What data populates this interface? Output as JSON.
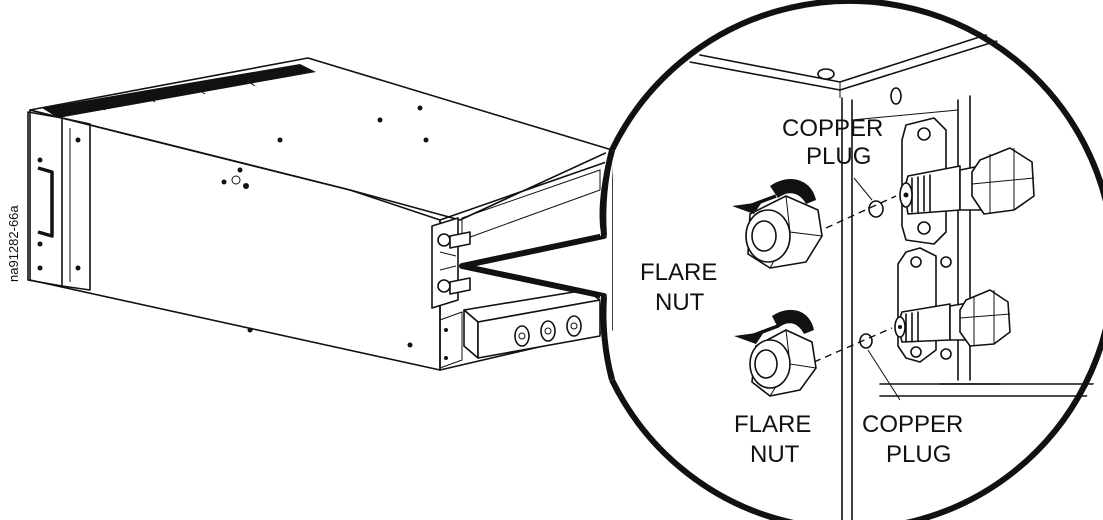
{
  "figure_id": "na91282-66a",
  "labels": {
    "copper_plug_top_line1": "COPPER",
    "copper_plug_top_line2": "PLUG",
    "flare_nut_top_line1": "FLARE",
    "flare_nut_top_line2": "NUT",
    "flare_nut_bottom_line1": "FLARE",
    "flare_nut_bottom_line2": "NUT",
    "copper_plug_bottom_line1": "COPPER",
    "copper_plug_bottom_line2": "PLUG"
  },
  "colors": {
    "line": "#111111",
    "background": "#ffffff"
  },
  "icons": [
    "rotation-arrow-icon"
  ]
}
